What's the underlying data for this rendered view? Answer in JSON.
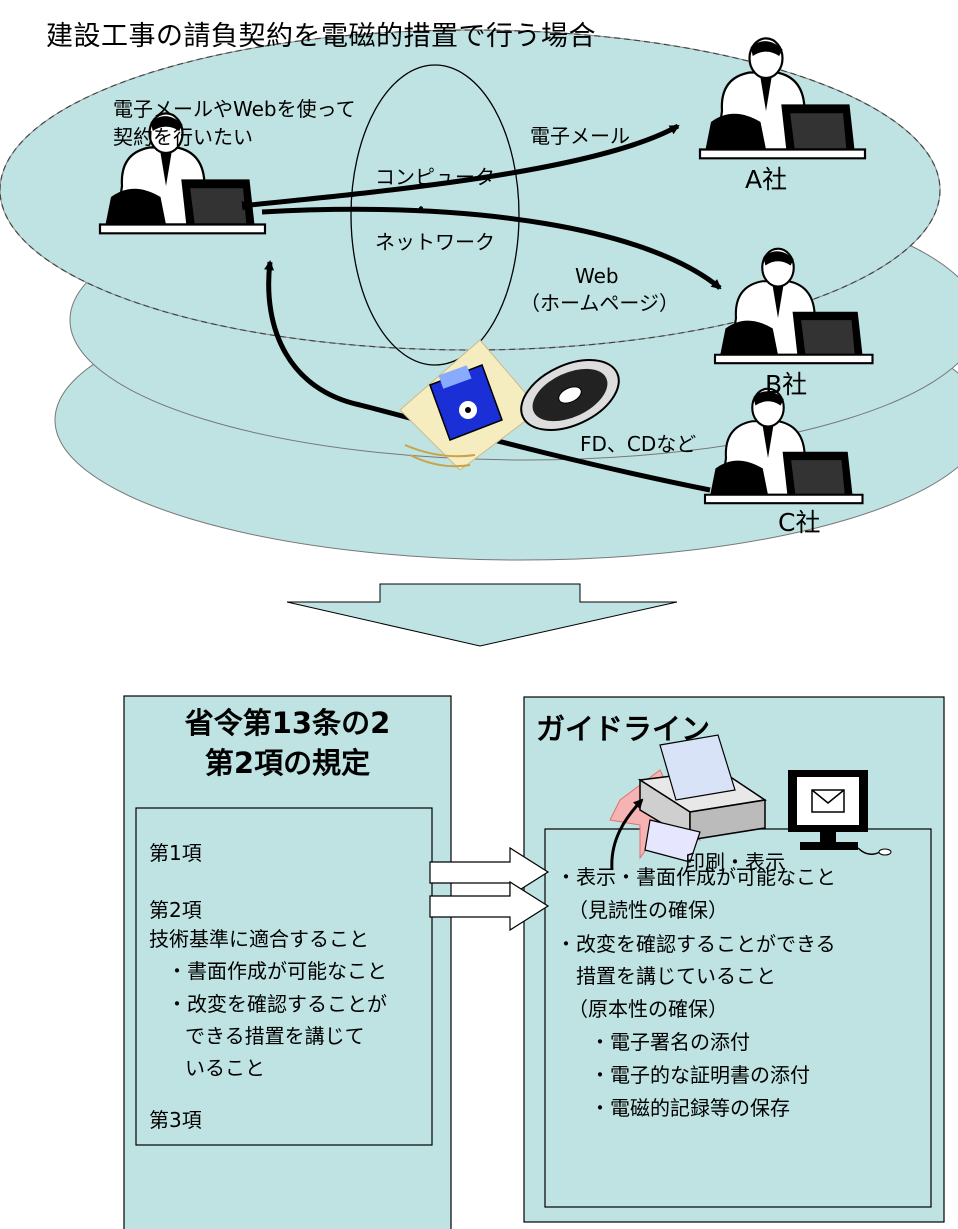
{
  "title": "建設工事の請負契約を電磁的措置で行う場合",
  "network": {
    "user_text": [
      "電子メールやWebを使って",
      "契約を行いたい"
    ],
    "center_lines": [
      "コンピュータ",
      "・",
      "ネットワーク"
    ],
    "email_label": "電子メール",
    "web_lines": [
      "Web",
      "（ホームページ）"
    ],
    "media_label": "FD、CDなど",
    "companies": [
      "A社",
      "B社",
      "C社"
    ]
  },
  "left_box": {
    "title_lines": [
      "省令第13条の2",
      "第2項の規定"
    ],
    "lines": [
      "第1項",
      "第2項",
      "技術基準に適合すること",
      "・書面作成が可能なこと",
      "・改変を確認することが",
      "できる措置を講じて",
      "いること",
      "第3項"
    ]
  },
  "right_box": {
    "title": "ガイドライン",
    "print_label": "印刷・表示",
    "lines": [
      "・表示・書面作成が可能なこと",
      "（見読性の確保）",
      "・改変を確認することができる",
      "措置を講じていること",
      "（原本性の確保）",
      "・電子署名の添付",
      "・電子的な証明書の添付",
      "・電磁的記録等の保存"
    ]
  },
  "icons": [
    "businessman-at-computer-icon",
    "floppy-disk-icon",
    "cd-icon",
    "printer-icon",
    "monitor-mail-icon",
    "down-arrow-icon",
    "right-arrow-icon"
  ]
}
